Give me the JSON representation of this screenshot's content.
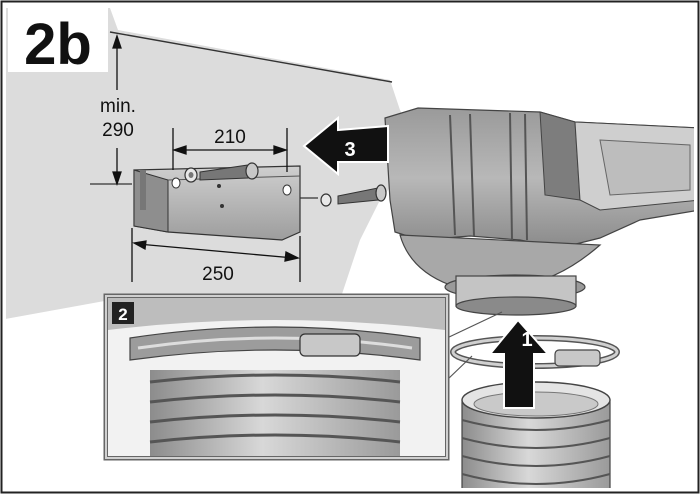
{
  "step_label": "2b",
  "dimensions": {
    "min_label": "min.",
    "height": "290",
    "hole_spacing": "210",
    "bracket_width": "250"
  },
  "callouts": {
    "step_1": "1",
    "step_2": "2",
    "step_3": "3"
  },
  "colors": {
    "frame": "#222222",
    "wall": "#dcdcdc",
    "part_dark": "#7a7a7a",
    "part_mid": "#b4b4b4",
    "part_light": "#e2e2e2",
    "arrow": "#111111",
    "badge": "#222222"
  }
}
